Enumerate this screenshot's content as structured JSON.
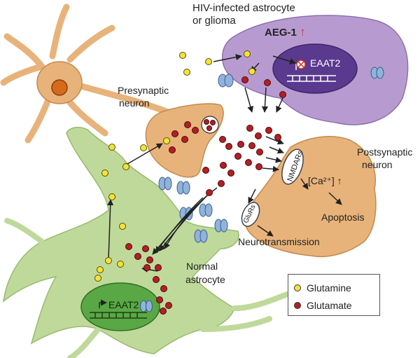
{
  "labels": {
    "hiv_astrocyte": "HIV-infected astrocyte",
    "or_glioma": "or glioma",
    "aeg1": "AEG-1",
    "eaat2_top": "EAAT2",
    "presynaptic_1": "Presynaptic",
    "presynaptic_2": "neuron",
    "postsynaptic_1": "Postsynaptic",
    "postsynaptic_2": "neuron",
    "nmdars": "NMDARs",
    "calcium": "[Ca²⁺] ↑",
    "apoptosis": "Apoptosis",
    "glurs": "GluRs",
    "neurotransmission": "Neurotransmission",
    "normal_1": "Normal",
    "normal_2": "astrocyte",
    "eaat2_bottom": "EAAT2",
    "up_arrow": "↑"
  },
  "legend": {
    "glutamine": "Glutamine",
    "glutamate": "Glutamate"
  },
  "colors": {
    "glutamine": "#f2e33c",
    "glutamate": "#b21f24",
    "purple_cell": "#b79bd0",
    "nucleus_purple": "#5a3a8e",
    "neuron_orange": "#e8b37a",
    "astrocyte_green": "#bfd99a",
    "nucleus_green": "#5aa845",
    "receptor_blue": "#8fb3dc",
    "up_arrow": "#d6312b"
  }
}
